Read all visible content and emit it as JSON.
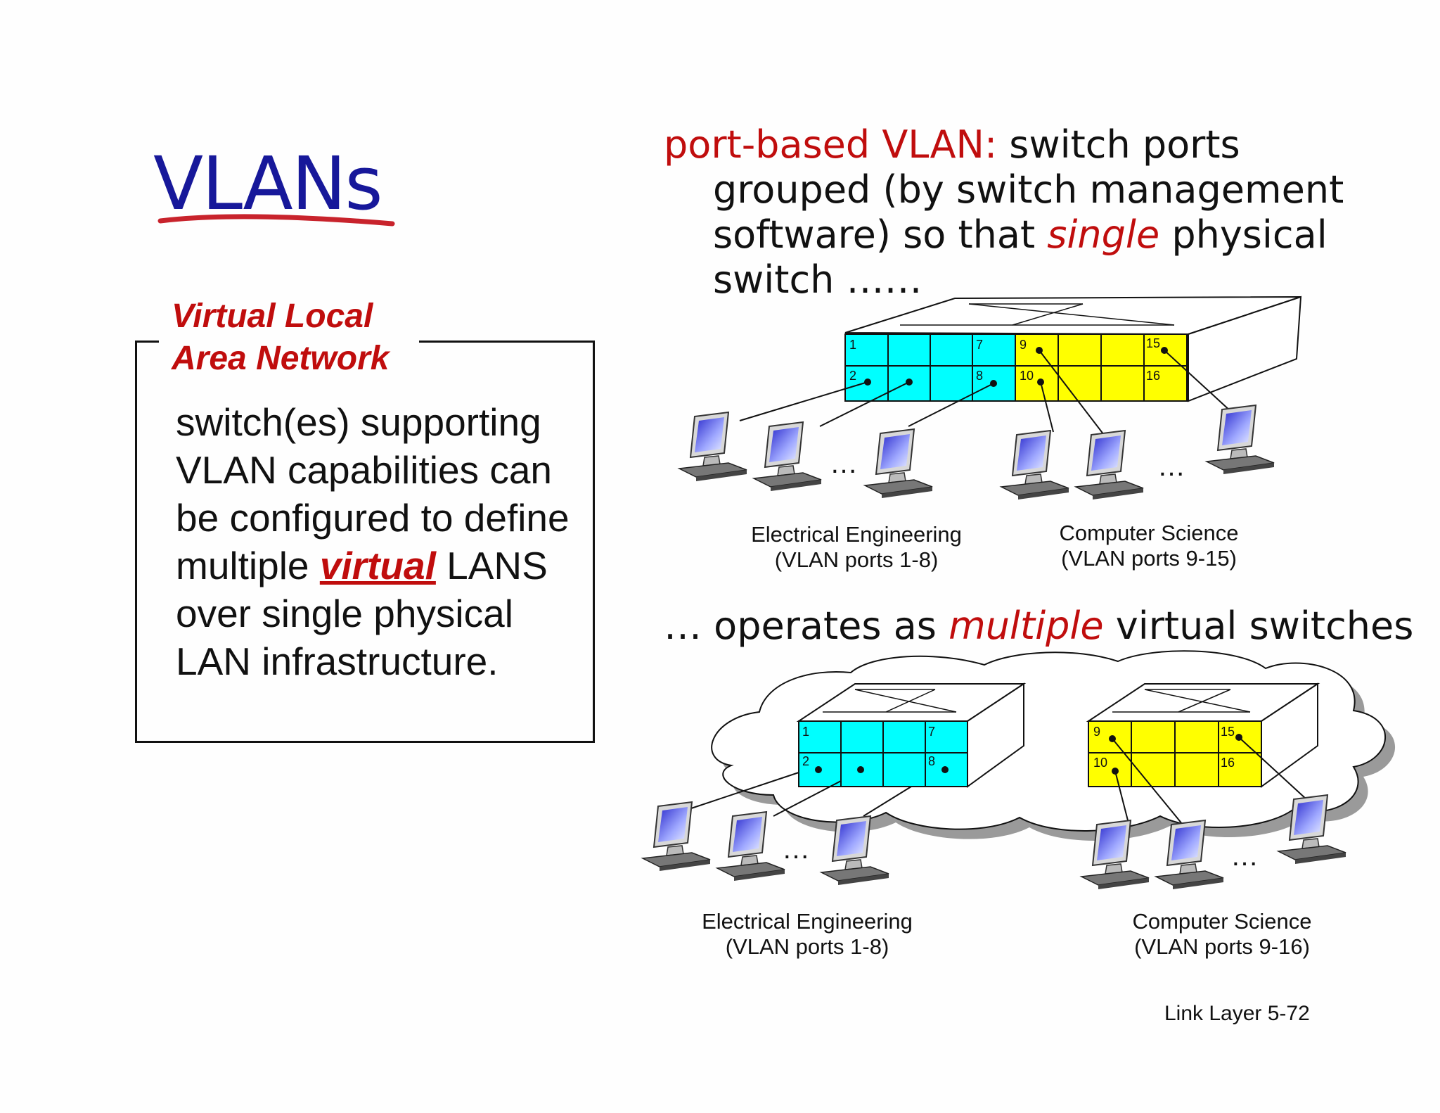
{
  "title": "VLANs",
  "box": {
    "legend_line1": "Virtual Local",
    "legend_line2": "Area Network",
    "text_before": "switch(es) supporting VLAN capabilities can be configured to define multiple ",
    "text_highlight": "virtual",
    "text_after": " LANS over single physical LAN infrastructure."
  },
  "headline": {
    "red_lead": "port-based VLAN:",
    "line1_rest": " switch ports",
    "line2": "grouped (by switch management",
    "line3_a": "software) so that ",
    "line3_ital": "single",
    "line3_b": " physical",
    "line4": "switch ……"
  },
  "operates": {
    "prefix": "… operates as ",
    "ital": "multiple",
    "suffix": " virtual switches"
  },
  "top_diagram": {
    "ee_label_1": "Electrical Engineering",
    "ee_label_2": "(VLAN ports 1-8)",
    "cs_label_1": "Computer Science",
    "cs_label_2": "(VLAN ports 9-15)",
    "ports_top_row": [
      "1",
      "7",
      "9",
      "15"
    ],
    "ports_bottom_row": [
      "2",
      "8",
      "10",
      "16"
    ],
    "ellipsis": "…"
  },
  "bottom_diagram": {
    "ee_label_1": "Electrical Engineering",
    "ee_label_2": "(VLAN ports 1-8)",
    "cs_label_1": "Computer Science",
    "cs_label_2": "(VLAN ports 9-16)",
    "ee_ports": [
      "1",
      "7",
      "2",
      "8"
    ],
    "cs_ports": [
      "9",
      "15",
      "10",
      "16"
    ],
    "ellipsis": "…"
  },
  "footer": "Link Layer  5-72",
  "colors": {
    "title": "#17189a",
    "accent_red": "#c00d0d",
    "ee_ports": "#00ffff",
    "cs_ports": "#ffff00"
  }
}
